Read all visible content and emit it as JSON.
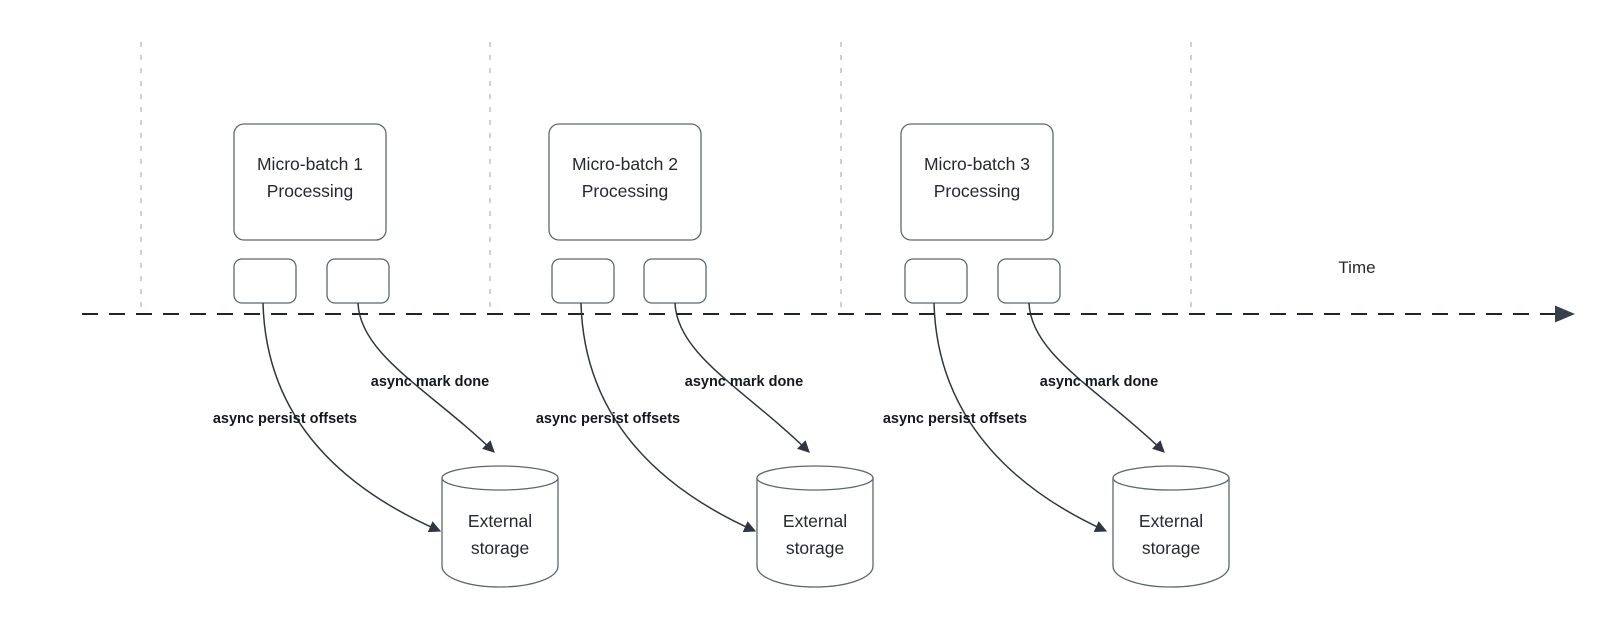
{
  "diagram": {
    "title_text": "Time",
    "colors": {
      "shape_stroke": "#5d6670",
      "text": "#26292f",
      "label_text": "#15181d",
      "timeline": "#1f2430",
      "tick": "#bdbdbd",
      "background": "#ffffff"
    },
    "timeline": {
      "axis_label": "Time",
      "tick_count": 4
    },
    "batches": [
      {
        "id": "batch-1",
        "title_line1": "Micro-batch 1",
        "title_line2": "Processing",
        "task_boxes": [
          "",
          ""
        ],
        "edges": [
          {
            "label": "async persist offsets",
            "target": "External storage"
          },
          {
            "label": "async mark done",
            "target": "External storage"
          }
        ],
        "storage": {
          "line1": "External",
          "line2": "storage"
        }
      },
      {
        "id": "batch-2",
        "title_line1": "Micro-batch 2",
        "title_line2": "Processing",
        "task_boxes": [
          "",
          ""
        ],
        "edges": [
          {
            "label": "async persist offsets",
            "target": "External storage"
          },
          {
            "label": "async mark done",
            "target": "External storage"
          }
        ],
        "storage": {
          "line1": "External",
          "line2": "storage"
        }
      },
      {
        "id": "batch-3",
        "title_line1": "Micro-batch 3",
        "title_line2": "Processing",
        "task_boxes": [
          "",
          ""
        ],
        "edges": [
          {
            "label": "async persist offsets",
            "target": "External storage"
          },
          {
            "label": "async mark done",
            "target": "External storage"
          }
        ],
        "storage": {
          "line1": "External",
          "line2": "storage"
        }
      }
    ]
  }
}
